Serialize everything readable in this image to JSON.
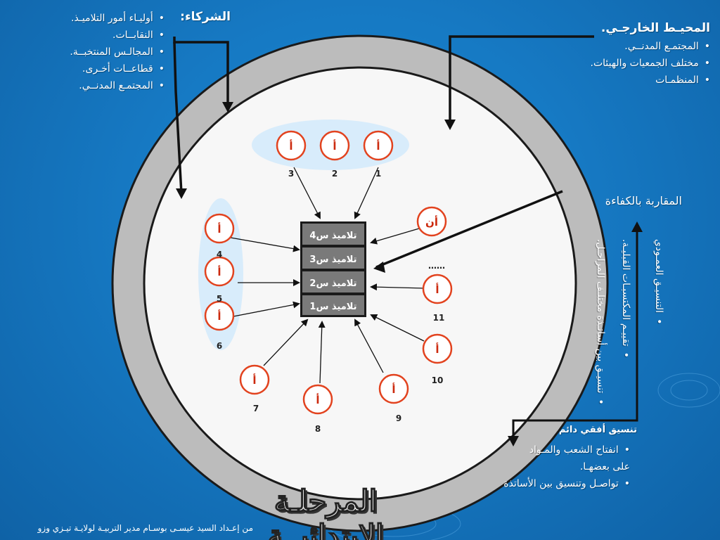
{
  "partners": {
    "title": "الشركاء:",
    "items": [
      "أوليـاء أمور التلاميـذ.",
      "النقابــات.",
      "المجالـس المنتخبــة.",
      "قطاعــات أخـرى.",
      "المجتمـع المدنــي."
    ]
  },
  "external": {
    "title": "المحيـط الخارجـي.",
    "items": [
      "المجتمـع المدنــي.",
      "مختلف الجمعيات والهيئات.",
      "المنظمـات"
    ]
  },
  "competency": {
    "title": "المقاربة بالكفاءة",
    "vertical_items": [
      "التنسيـق العمـودي",
      "تقييـم المكتسبـات القبليـة.",
      "تنسيـق بين أساتـذة مختلـف المراحـل."
    ]
  },
  "horizontal": {
    "title": "تنسيق أفقي دائم",
    "items": [
      "انفتاح الشعب والمـواد",
      "على بعضهـا.",
      "تواصـل وتنسيق بين الأساتذة"
    ]
  },
  "students_stack": [
    "تلاميذ س4",
    "تلاميذ س3",
    "تلاميذ س2",
    "تلاميذ س1"
  ],
  "teacher_letter": "أ",
  "teacher_letter_n": "أن",
  "teacher_nums": [
    "1",
    "2",
    "3",
    "4",
    "5",
    "6",
    "7",
    "8",
    "9",
    "10",
    "11"
  ],
  "dots": "……",
  "main_title": "المرحلـة الابتدائيــة",
  "footer": "من إعـداد السيد عيسـى بوسـام مدير التربيـة لولايـة تيـزي وزو",
  "colors": {
    "background": "#1679c3",
    "outer_ring": "#bcbcbc",
    "inner_disc": "#f7f7f7",
    "circle_border": "#e2431f",
    "ellipse_fill": "#d8ecfb",
    "stack_fill": "#7a7a7a"
  }
}
